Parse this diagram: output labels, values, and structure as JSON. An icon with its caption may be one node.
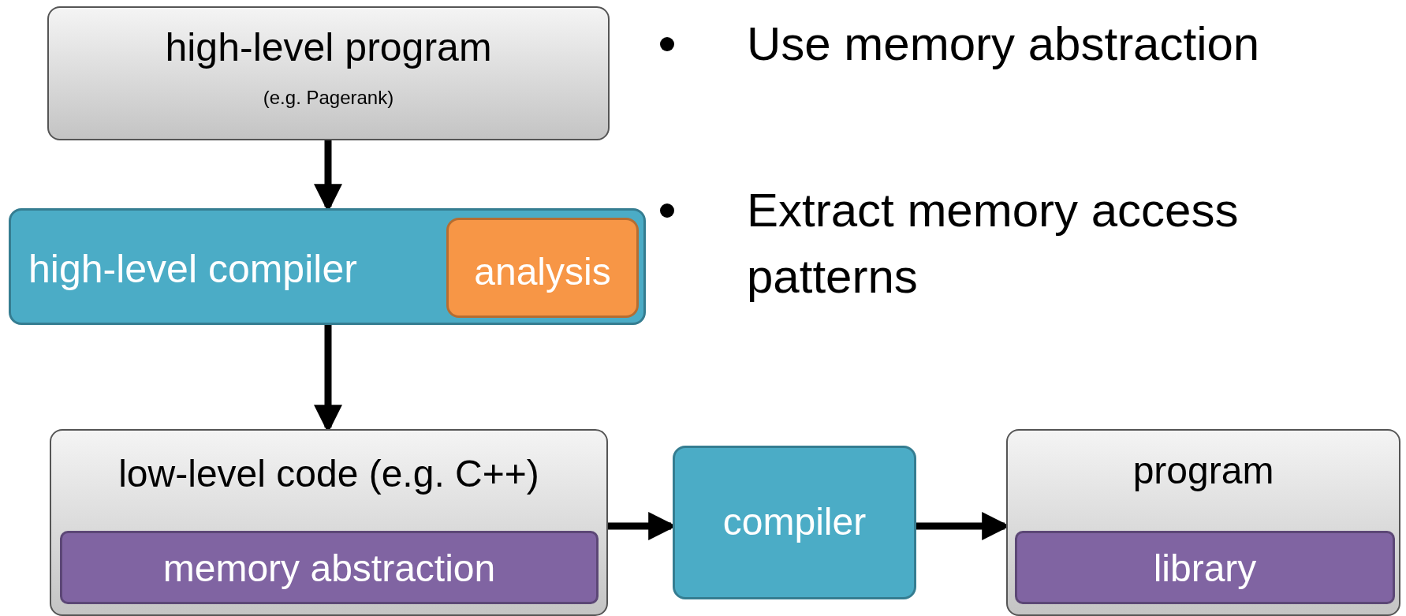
{
  "diagram": {
    "nodes": [
      {
        "text": [
          "high-level program",
          "(e.g. Pagerank)"
        ]
      },
      {
        "text": [
          "high-level compiler"
        ]
      },
      {
        "text": [
          "analysis"
        ],
        "in": 1
      },
      {
        "text": [
          "low-level code (e.g. C++)"
        ]
      },
      {
        "text": [
          "memory abstraction"
        ],
        "in": 3
      },
      {
        "text": [
          "compiler"
        ]
      },
      {
        "text": [
          "program"
        ]
      },
      {
        "text": [
          "library"
        ],
        "in": 6
      }
    ],
    "edges": [
      {
        "from": 0,
        "to": 1,
        "arrow": "to"
      },
      {
        "from": 1,
        "to": 3,
        "arrow": "to"
      },
      {
        "from": 3,
        "to": 5,
        "arrow": "to"
      },
      {
        "from": 5,
        "to": 6,
        "arrow": "to"
      }
    ],
    "labels": [
      "Use memory abstraction",
      "Extract memory access patterns"
    ]
  }
}
